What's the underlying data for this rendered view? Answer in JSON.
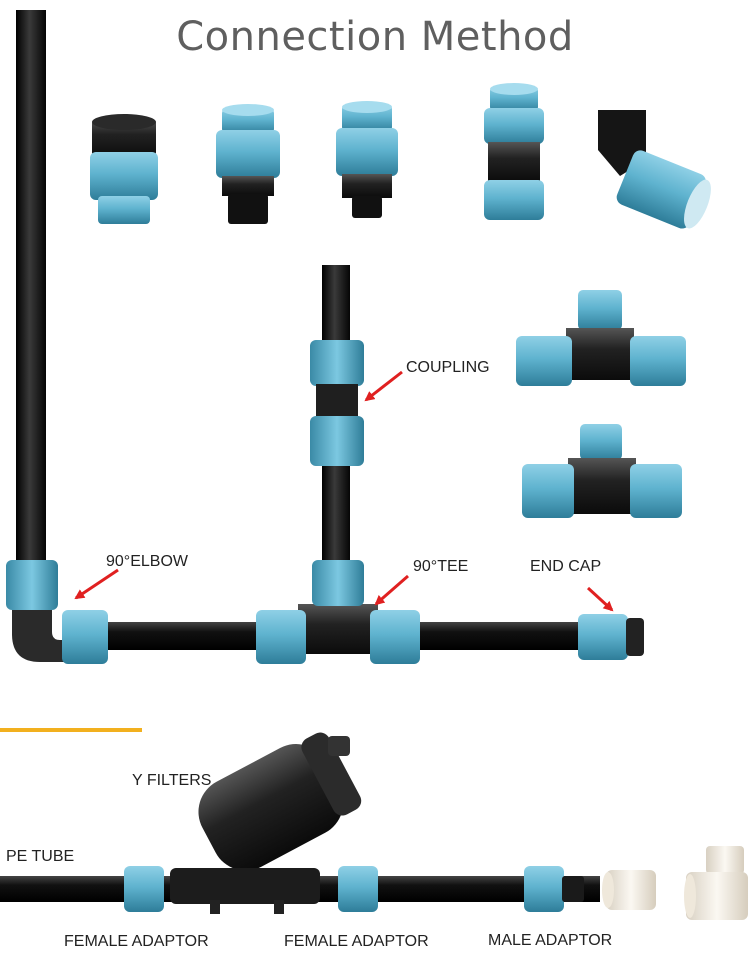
{
  "title": "Connection Method",
  "labels": {
    "coupling": "COUPLING",
    "elbow": "90°ELBOW",
    "tee": "90°TEE",
    "end_cap": "END CAP",
    "y_filters": "Y FILTERS",
    "pe_tube": "PE TUBE",
    "female_adaptor_1": "FEMALE ADAPTOR",
    "female_adaptor_2": "FEMALE ADAPTOR",
    "male_adaptor": "MALE  ADAPTOR"
  },
  "colors": {
    "fitting_blue": "#5fb3cf",
    "pipe_black": "#1a1a1a",
    "arrow_red": "#e02020",
    "divider_orange": "#f2b01e",
    "pvc_white": "#f1ebe0"
  }
}
